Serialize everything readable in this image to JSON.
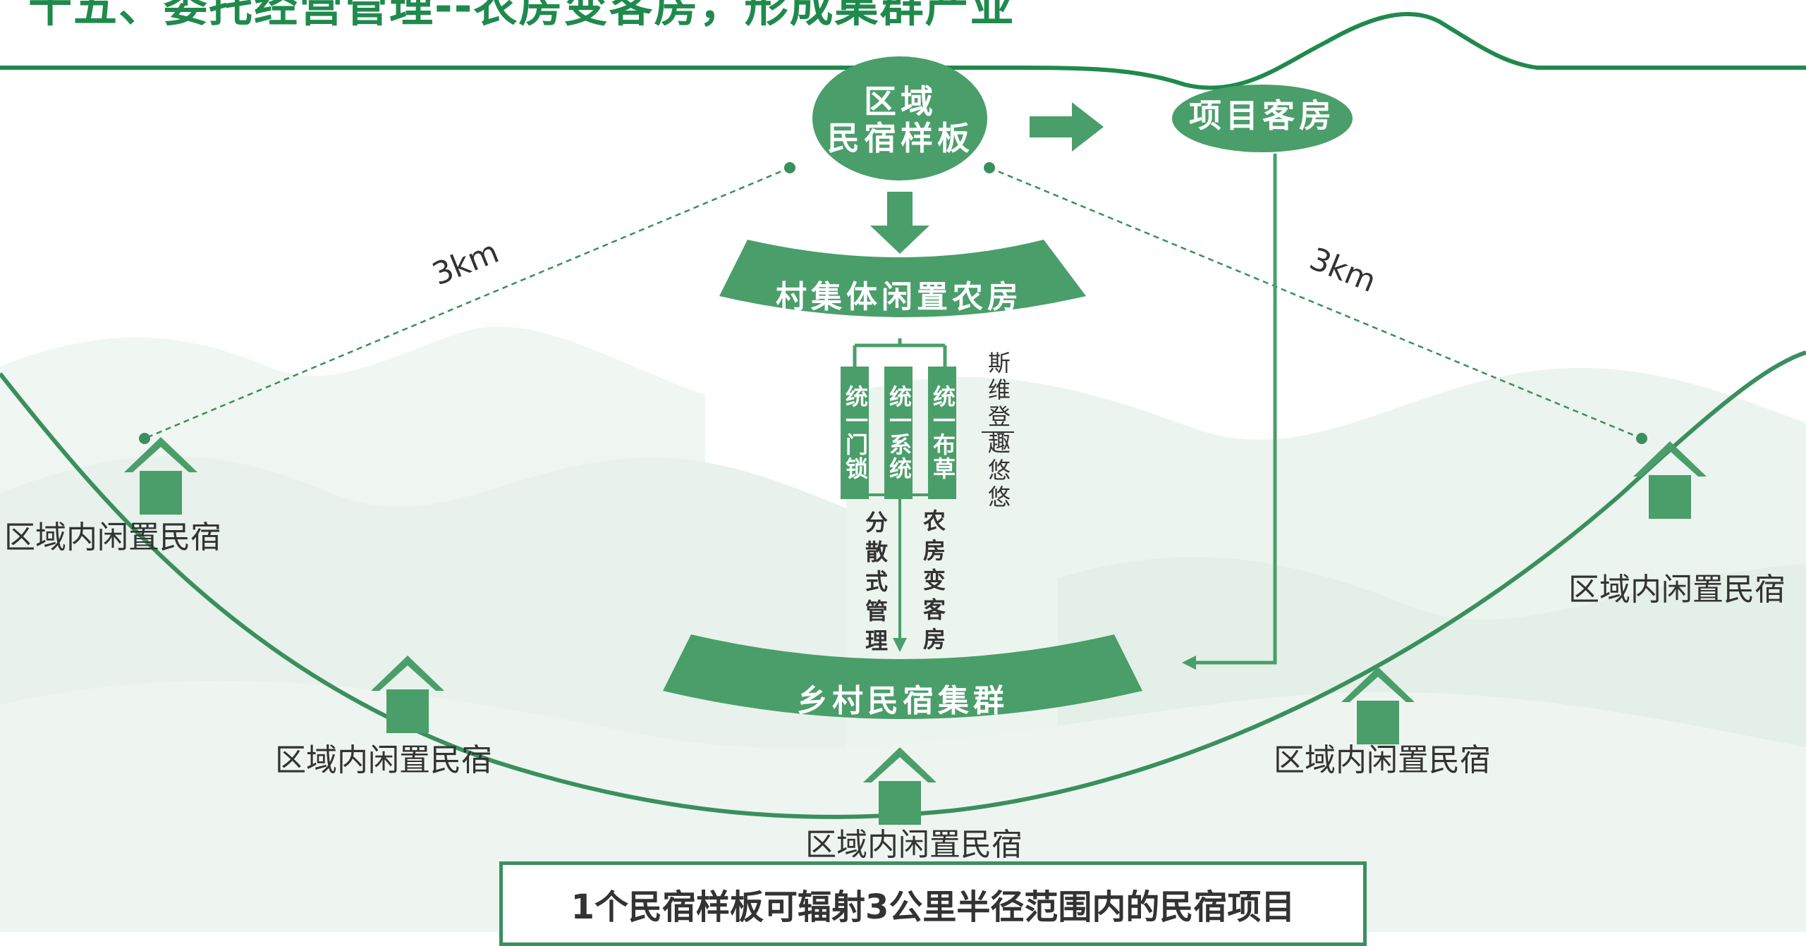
{
  "title": "十五、委托经营管理--农房变客房，形成集群产业",
  "top_node": {
    "line1": "区域",
    "line2": "民宿样板"
  },
  "project_node": "项目客房",
  "band_top": "村集体闲置农房",
  "band_bottom": "乡村民宿集群",
  "unify_items": [
    "统一门锁",
    "统一系统",
    "统一布草"
  ],
  "brands": [
    "斯维登",
    "趣悠悠"
  ],
  "left_flow_label": "分散式管理",
  "right_flow_label": "农房变客房",
  "distance_labels": [
    "3km",
    "3km"
  ],
  "house_label": "区域内闲置民宿",
  "footer_note": "1个民宿样板可辐射3公里半径范围内的民宿项目",
  "colors": {
    "green": "#4a9e6a",
    "dark_green": "#1f8a4c",
    "mountain": "#e3efe7"
  }
}
